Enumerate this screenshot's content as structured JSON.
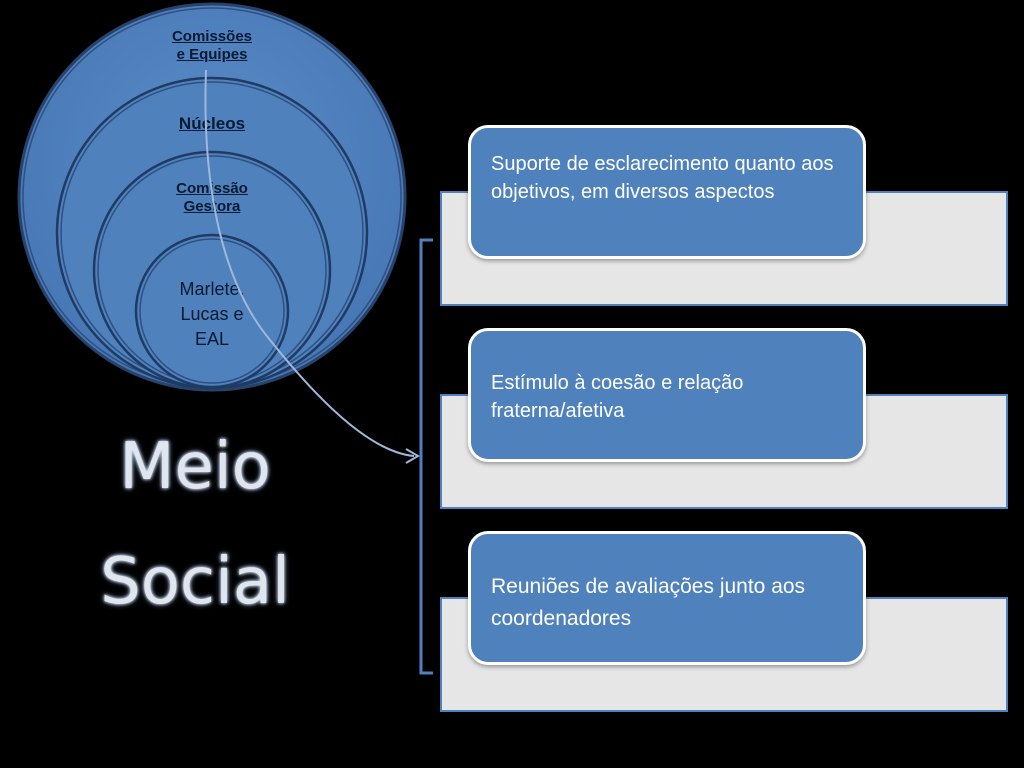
{
  "circles": {
    "outer": "Comissões\ne Equipes",
    "second": "Núcleos",
    "third": "Comissão\nGestora",
    "inner": "Marlete,\nLucas e\nEAL"
  },
  "title": {
    "line1": "Meio",
    "line2": "Social"
  },
  "items": [
    {
      "text": "Suporte de esclarecimento quanto aos objetivos, em diversos aspectos"
    },
    {
      "text": "Estímulo à coesão e relação fraterna/afetiva"
    },
    {
      "text": "Reuniões de avaliações junto aos coordenadores"
    }
  ],
  "colors": {
    "background": "#000000",
    "circle_fill": "#4f81bd",
    "circle_stroke": "#27436b",
    "box_blue": "#4f81bd",
    "box_gray": "#e6e6e6",
    "connector": "#9fb7d8"
  }
}
